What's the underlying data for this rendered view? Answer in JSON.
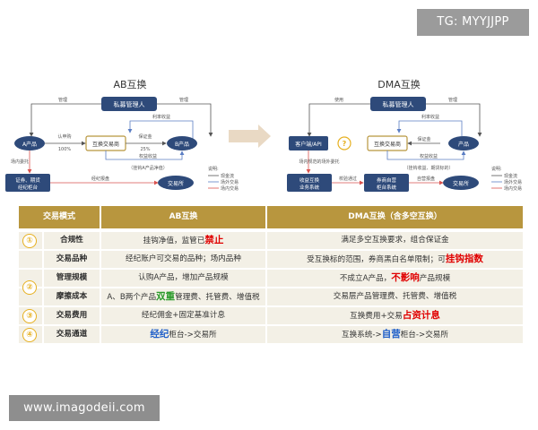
{
  "watermark_top": "TG: MYYJJPP",
  "watermark_bottom": "www.imagodeii.com",
  "colors": {
    "gold": "#b8963e",
    "navy": "#2e4a7a",
    "red_line": "#d9534f",
    "blue_line": "#5b7ec4",
    "highlight_red": "#e00000",
    "highlight_blue": "#1f5fc9"
  },
  "ab_diagram": {
    "title": "AB互换",
    "nodes": {
      "manager": "私募管理人",
      "a_product": "A产品",
      "swap_center": "互换交易商",
      "b_product": "B产品",
      "broker": "证券、期货\n经纪柜台",
      "exchange": "交易所"
    },
    "labels": {
      "manage": "管理",
      "fee_ratio": "认申购\n100%",
      "interest": "利率收益",
      "margin": "保证金\n25%",
      "rights_income": "权益收益",
      "peg_note": "（挂钩A产品净值）",
      "onsite_entrust": "场内委托",
      "broker_report": "经纪报盘"
    },
    "legend": [
      "现金流",
      "场外交易",
      "场内交易"
    ]
  },
  "dma_diagram": {
    "title": "DMA互换",
    "nodes": {
      "manager": "私募管理人",
      "client_api": "客户端/API",
      "swap_center": "互换交易商",
      "product": "产品",
      "client_system": "收益互换\n业务系统",
      "broker_system": "券商自营\n柜台系统",
      "exchange": "交易所"
    },
    "labels": {
      "use": "使用",
      "manage": "管理",
      "interest": "利率收益",
      "margin": "保证金",
      "rights_income": "权益收益",
      "onsite_entrust": "场内规范的场外委托",
      "check": "校验通过",
      "self_report": "自营报盘",
      "peg_note": "（挂钩收益、期货标的）"
    },
    "legend": [
      "现金流",
      "场外交易",
      "场内交易"
    ]
  },
  "table": {
    "headers": [
      "交易模式",
      "AB互换",
      "DMA互换（含多空互换）"
    ],
    "groups": [
      "①",
      "②",
      "③",
      "④"
    ],
    "rows": [
      {
        "name": "合规性",
        "ab": [
          "挂钩净值，监管已",
          "禁止"
        ],
        "dma": [
          "满足多空互换要求，组合保证金"
        ]
      },
      {
        "name": "交易品种",
        "ab": [
          "经纪账户可交易的品种；场内品种"
        ],
        "dma": [
          "受互换标的范围，券商黑白名单限制；可",
          "挂钩指数"
        ]
      },
      {
        "name": "管理规模",
        "ab": [
          "认购A产品，增加产品规模"
        ],
        "dma": [
          "不成立A产品，",
          "不影响",
          "产品规模"
        ]
      },
      {
        "name": "摩擦成本",
        "ab": [
          "A、B两个产品",
          "双重",
          "管理费、托管费、增值税"
        ],
        "dma": [
          "交易层产品管理费、托管费、增值税"
        ]
      },
      {
        "name": "交易费用",
        "ab": [
          "经纪佣金+固定基准计息"
        ],
        "dma": [
          "互换费用+交易",
          "占资计息"
        ]
      },
      {
        "name": "交易通道",
        "ab": [
          "经纪",
          "柜台->交易所"
        ],
        "dma": [
          "互换系统->",
          "自营",
          "柜台->交易所"
        ]
      }
    ]
  }
}
